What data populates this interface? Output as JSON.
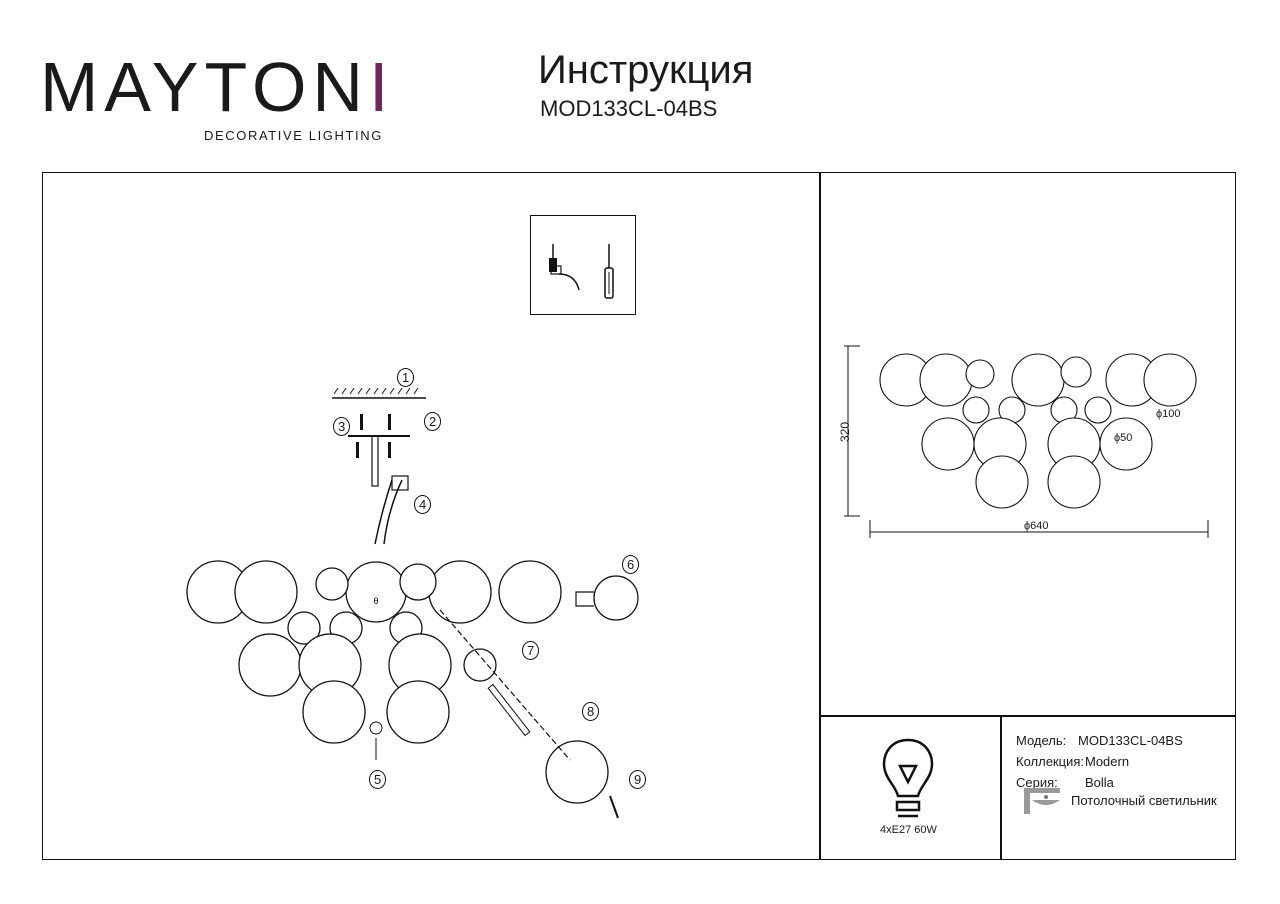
{
  "brand": {
    "logo_text": "MAYTONI",
    "logo_accent_letter": "I",
    "tagline": "DECORATIVE LIGHTING",
    "accent_color": "#6b2a5a"
  },
  "header": {
    "title": "Инструкция",
    "model_code": "MOD133CL-04BS"
  },
  "diagram": {
    "step_labels": [
      "1",
      "2",
      "3",
      "4",
      "5",
      "6",
      "7",
      "8",
      "9"
    ],
    "tools": [
      "drill-icon",
      "screwdriver-icon"
    ]
  },
  "dimensions": {
    "height": "320",
    "width": "ϕ640",
    "ball_large": "ϕ100",
    "ball_small": "ϕ50"
  },
  "specs": {
    "bulb": "4xE27 60W",
    "model_label": "Модель:",
    "model_value": "MOD133CL-04BS",
    "collection_label": "Коллекция:",
    "collection_value": "Modern",
    "series_label": "Серия:",
    "series_value": "Bolla",
    "type_value": "Потолочный светильник"
  }
}
